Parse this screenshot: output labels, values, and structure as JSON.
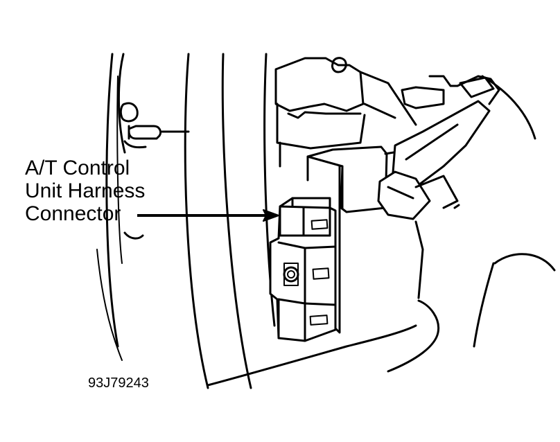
{
  "callout": {
    "line1": "A/T Control",
    "line2": "Unit Harness",
    "line3": "Connector"
  },
  "figure_id": "93J79243",
  "icons": [
    "arrow-pointer",
    "harness-connector"
  ]
}
